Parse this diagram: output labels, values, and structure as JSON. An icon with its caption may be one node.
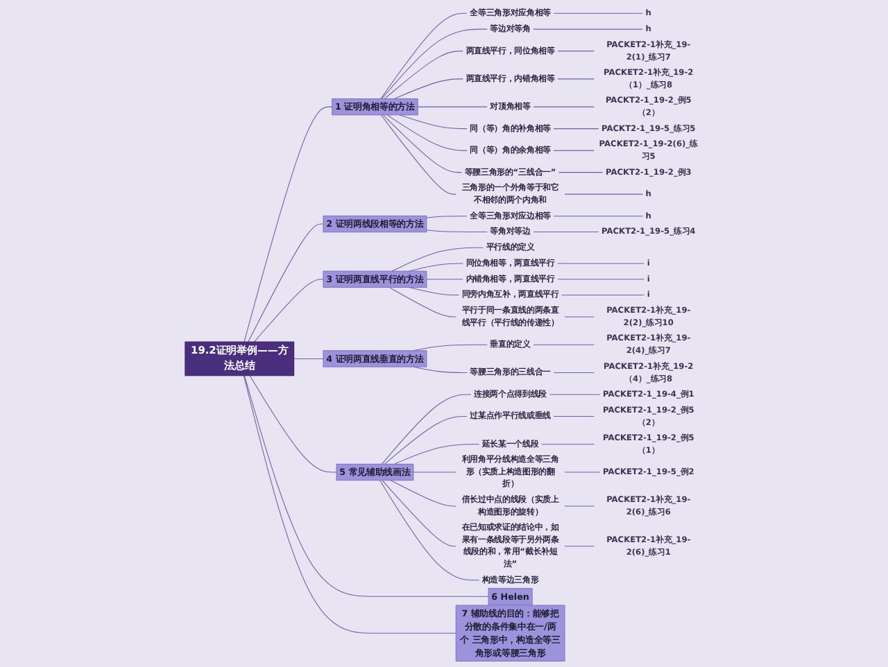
{
  "diagram": {
    "nodes": [
      {
        "text": [
          "19.2证明举例——方法总结"
        ]
      },
      {
        "text": [
          "1 证明角相等的方法"
        ]
      },
      {
        "text": [
          "全等三角形对应角相等"
        ]
      },
      {
        "text": [
          "h"
        ]
      },
      {
        "text": [
          "等边对等角"
        ]
      },
      {
        "text": [
          "h"
        ]
      },
      {
        "text": [
          "两直线平行，同位角相等"
        ]
      },
      {
        "text": [
          "PACKET2-1补充_19-2(1)_练习7"
        ]
      },
      {
        "text": [
          "两直线平行，内错角相等"
        ]
      },
      {
        "text": [
          "PACKET2-1补充_19-2（1）_练习8"
        ]
      },
      {
        "text": [
          "对顶角相等"
        ]
      },
      {
        "text": [
          "PACKT2-1_19-2_例5（2）"
        ]
      },
      {
        "text": [
          "同（等）角的补角相等"
        ]
      },
      {
        "text": [
          "PACKT2-1_19-5_练习5"
        ]
      },
      {
        "text": [
          "同（等）角的余角相等"
        ]
      },
      {
        "text": [
          "PACKET2-1_19-2(6)_练习5"
        ]
      },
      {
        "text": [
          "等腰三角形的“三线合一”"
        ]
      },
      {
        "text": [
          "PACKT2-1_19-2_例3"
        ]
      },
      {
        "text": [
          "三角形的一个外角等于和它不相邻的两个内角和"
        ]
      },
      {
        "text": [
          "h"
        ]
      },
      {
        "text": [
          "2 证明两线段相等的方法"
        ]
      },
      {
        "text": [
          "全等三角形对应边相等"
        ]
      },
      {
        "text": [
          "h"
        ]
      },
      {
        "text": [
          "等角对等边"
        ]
      },
      {
        "text": [
          "PACKT2-1_19-5_练习4"
        ]
      },
      {
        "text": [
          "3 证明两直线平行的方法"
        ]
      },
      {
        "text": [
          "平行线的定义"
        ]
      },
      {
        "text": [
          "同位角相等，两直线平行"
        ]
      },
      {
        "text": [
          "i"
        ]
      },
      {
        "text": [
          "内错角相等，两直线平行"
        ]
      },
      {
        "text": [
          "i"
        ]
      },
      {
        "text": [
          "同旁内角互补，两直线平行"
        ]
      },
      {
        "text": [
          "i"
        ]
      },
      {
        "text": [
          "平行于同一条直线的两条直线平行（平行线的传递性）"
        ]
      },
      {
        "text": [
          "PACKET2-1补充_19-2(2)_练习10"
        ]
      },
      {
        "text": [
          "4 证明两直线垂直的方法"
        ]
      },
      {
        "text": [
          "垂直的定义"
        ]
      },
      {
        "text": [
          "PACKET2-1补充_19-2(4)_练习7"
        ]
      },
      {
        "text": [
          "等腰三角形的三线合一"
        ]
      },
      {
        "text": [
          "PACKET2-1补充_19-2（4）_练习8"
        ]
      },
      {
        "text": [
          "5 常见辅助线画法"
        ]
      },
      {
        "text": [
          "连接两个点得到线段"
        ]
      },
      {
        "text": [
          "PACKET2-1_19-4_例1"
        ]
      },
      {
        "text": [
          "过某点作平行线或垂线"
        ]
      },
      {
        "text": [
          "PACKET2-1_19-2_例5（2）"
        ]
      },
      {
        "text": [
          "延长某一个线段"
        ]
      },
      {
        "text": [
          "PACKET2-1_19-2_例5（1）"
        ]
      },
      {
        "text": [
          "利用角平分线构造全等三角形（实质上构造图形的翻折）"
        ]
      },
      {
        "text": [
          "PACKET2-1_19-5_例2"
        ]
      },
      {
        "text": [
          "倍长过中点的线段（实质上构造图形的旋转）"
        ]
      },
      {
        "text": [
          "PACKET2-1补充_19-2(6)_练习6"
        ]
      },
      {
        "text": [
          "在已知或求证的结论中，如果有一条线段等于另外两条线段的和，常用“截长补短法”"
        ]
      },
      {
        "text": [
          "PACKET2-1补充_19-2(6)_练习1"
        ]
      },
      {
        "text": [
          "构造等边三角形"
        ]
      },
      {
        "text": [
          "6 Helen"
        ]
      },
      {
        "text": [
          "7 辅助线的目的：能够把分散的条件集中在一/两个 三角形中，构造全等三角形或等腰三角形"
        ]
      }
    ],
    "edges": [
      {
        "from": 0,
        "to": 1,
        "arrow": "none"
      },
      {
        "from": 1,
        "to": 2,
        "arrow": "none"
      },
      {
        "from": 2,
        "to": 3,
        "arrow": "none"
      },
      {
        "from": 1,
        "to": 4,
        "arrow": "none"
      },
      {
        "from": 4,
        "to": 5,
        "arrow": "none"
      },
      {
        "from": 1,
        "to": 6,
        "arrow": "none"
      },
      {
        "from": 6,
        "to": 7,
        "arrow": "none"
      },
      {
        "from": 1,
        "to": 8,
        "arrow": "none"
      },
      {
        "from": 8,
        "to": 9,
        "arrow": "none"
      },
      {
        "from": 1,
        "to": 10,
        "arrow": "none"
      },
      {
        "from": 10,
        "to": 11,
        "arrow": "none"
      },
      {
        "from": 1,
        "to": 12,
        "arrow": "none"
      },
      {
        "from": 12,
        "to": 13,
        "arrow": "none"
      },
      {
        "from": 1,
        "to": 14,
        "arrow": "none"
      },
      {
        "from": 14,
        "to": 15,
        "arrow": "none"
      },
      {
        "from": 1,
        "to": 16,
        "arrow": "none"
      },
      {
        "from": 16,
        "to": 17,
        "arrow": "none"
      },
      {
        "from": 1,
        "to": 18,
        "arrow": "none"
      },
      {
        "from": 18,
        "to": 19,
        "arrow": "none"
      },
      {
        "from": 0,
        "to": 20,
        "arrow": "none"
      },
      {
        "from": 20,
        "to": 21,
        "arrow": "none"
      },
      {
        "from": 21,
        "to": 22,
        "arrow": "none"
      },
      {
        "from": 20,
        "to": 23,
        "arrow": "none"
      },
      {
        "from": 23,
        "to": 24,
        "arrow": "none"
      },
      {
        "from": 0,
        "to": 25,
        "arrow": "none"
      },
      {
        "from": 25,
        "to": 26,
        "arrow": "none"
      },
      {
        "from": 25,
        "to": 27,
        "arrow": "none"
      },
      {
        "from": 27,
        "to": 28,
        "arrow": "none"
      },
      {
        "from": 25,
        "to": 29,
        "arrow": "none"
      },
      {
        "from": 29,
        "to": 30,
        "arrow": "none"
      },
      {
        "from": 25,
        "to": 31,
        "arrow": "none"
      },
      {
        "from": 31,
        "to": 32,
        "arrow": "none"
      },
      {
        "from": 25,
        "to": 33,
        "arrow": "none"
      },
      {
        "from": 33,
        "to": 34,
        "arrow": "none"
      },
      {
        "from": 0,
        "to": 35,
        "arrow": "none"
      },
      {
        "from": 35,
        "to": 36,
        "arrow": "none"
      },
      {
        "from": 36,
        "to": 37,
        "arrow": "none"
      },
      {
        "from": 35,
        "to": 38,
        "arrow": "none"
      },
      {
        "from": 38,
        "to": 39,
        "arrow": "none"
      },
      {
        "from": 0,
        "to": 40,
        "arrow": "none"
      },
      {
        "from": 40,
        "to": 41,
        "arrow": "none"
      },
      {
        "from": 41,
        "to": 42,
        "arrow": "none"
      },
      {
        "from": 40,
        "to": 43,
        "arrow": "none"
      },
      {
        "from": 43,
        "to": 44,
        "arrow": "none"
      },
      {
        "from": 40,
        "to": 45,
        "arrow": "none"
      },
      {
        "from": 45,
        "to": 46,
        "arrow": "none"
      },
      {
        "from": 40,
        "to": 47,
        "arrow": "none"
      },
      {
        "from": 47,
        "to": 48,
        "arrow": "none"
      },
      {
        "from": 40,
        "to": 49,
        "arrow": "none"
      },
      {
        "from": 49,
        "to": 50,
        "arrow": "none"
      },
      {
        "from": 40,
        "to": 51,
        "arrow": "none"
      },
      {
        "from": 51,
        "to": 52,
        "arrow": "none"
      },
      {
        "from": 40,
        "to": 53,
        "arrow": "none"
      },
      {
        "from": 0,
        "to": 54,
        "arrow": "none"
      },
      {
        "from": 0,
        "to": 55,
        "arrow": "none"
      }
    ]
  }
}
